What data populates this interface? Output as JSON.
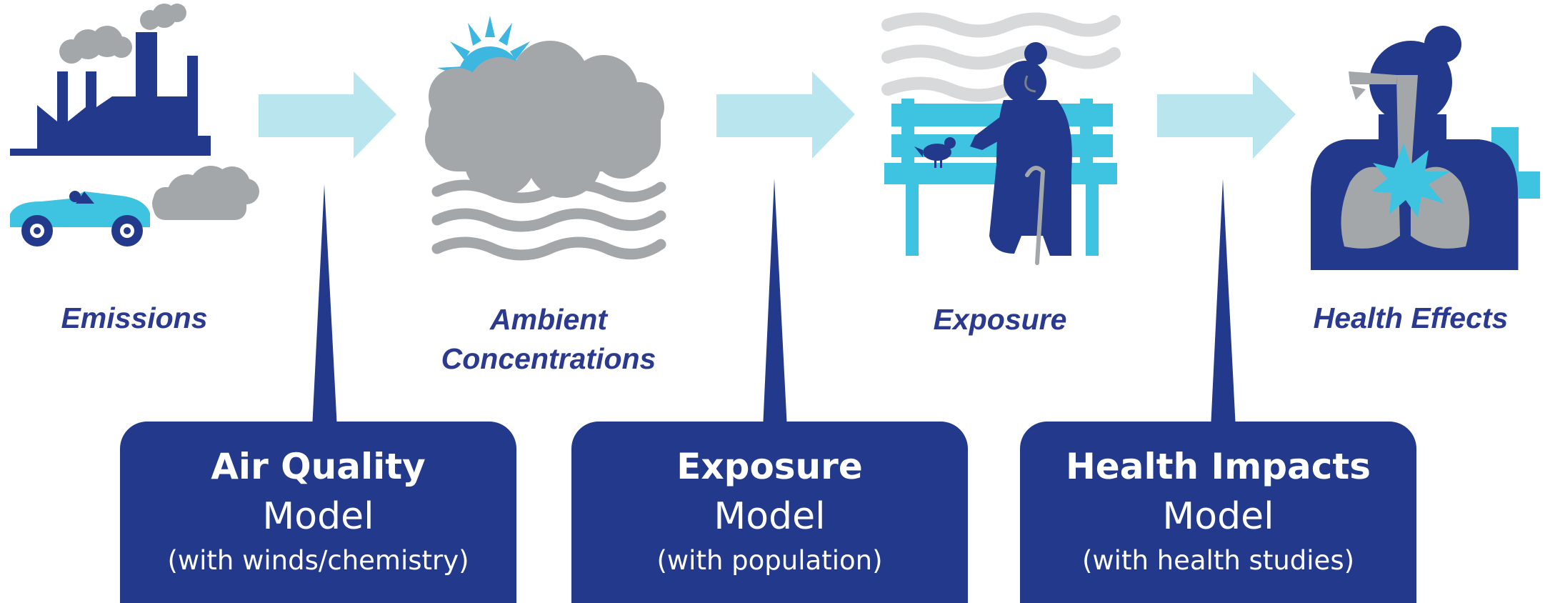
{
  "stages": [
    {
      "label": "Emissions"
    },
    {
      "label": "Ambient\nConcentrations"
    },
    {
      "label": "Exposure"
    },
    {
      "label": "Health Effects"
    }
  ],
  "models": [
    {
      "title": "Air Quality",
      "word": "Model",
      "note": "(with winds/chemistry)"
    },
    {
      "title": "Exposure",
      "word": "Model",
      "note": "(with population)"
    },
    {
      "title": "Health Impacts",
      "word": "Model",
      "note": "(with health studies)"
    }
  ],
  "colors": {
    "navy": "#22398c",
    "label_blue": "#2b3a8f",
    "cyan": "#3ec3e0",
    "light_cyan": "#b9e6ee",
    "gray": "#a4a7aa",
    "light_gray": "#d8d9da",
    "sun": "#3db6e0"
  },
  "icons": [
    "factory-car-icon",
    "sun-cloud-icon",
    "person-bench-icon",
    "lungs-icon"
  ]
}
